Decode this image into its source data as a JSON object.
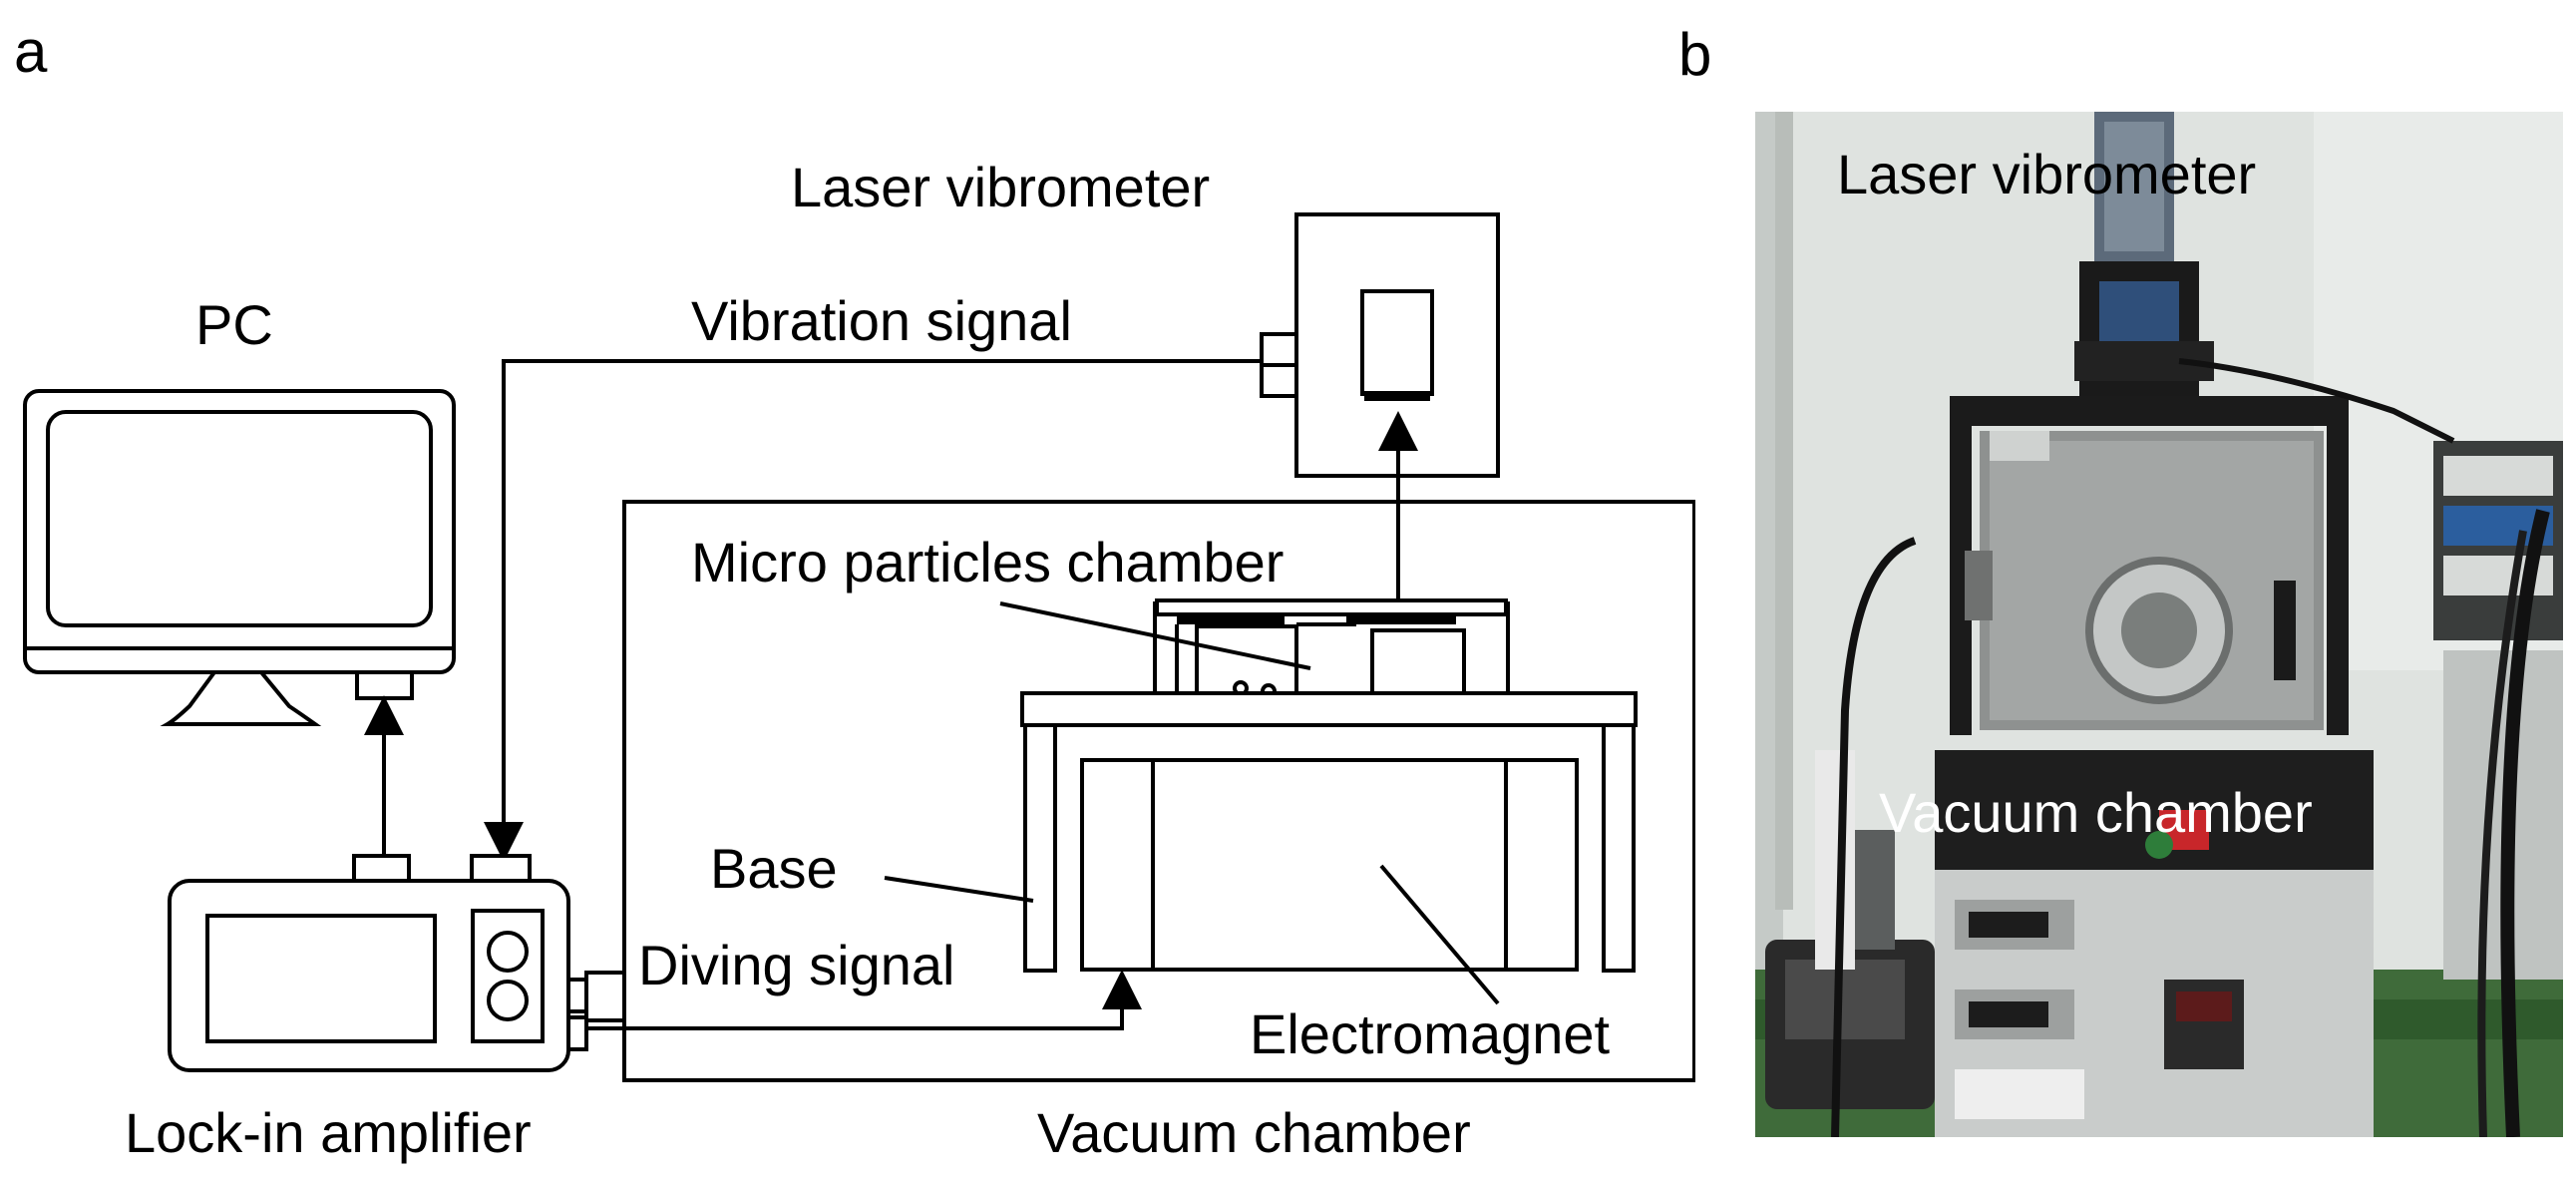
{
  "panels": {
    "a": {
      "label": "a",
      "labels": {
        "laser_vibrometer": "Laser vibrometer",
        "pc": "PC",
        "vibration_signal": "Vibration signal",
        "micro_particles_chamber": "Micro particles chamber",
        "base": "Base",
        "diving_signal": "Diving signal",
        "electromagnet": "Electromagnet",
        "lock_in_amplifier": "Lock-in amplifier",
        "vacuum_chamber": "Vacuum chamber"
      }
    },
    "b": {
      "label": "b",
      "labels": {
        "laser_vibrometer": "Laser vibrometer",
        "vacuum_chamber": "Vacuum chamber"
      },
      "colors": {
        "lab_wall": "#dfe3e0",
        "chamber_frame": "#1b1b1b",
        "chamber_door": "#8e9190",
        "console_top": "#1e1e1e",
        "console_body": "#c9cccb",
        "emergency_red": "#c8262a",
        "cable": "#111111",
        "floor_green": "#3f6b3a"
      }
    }
  }
}
